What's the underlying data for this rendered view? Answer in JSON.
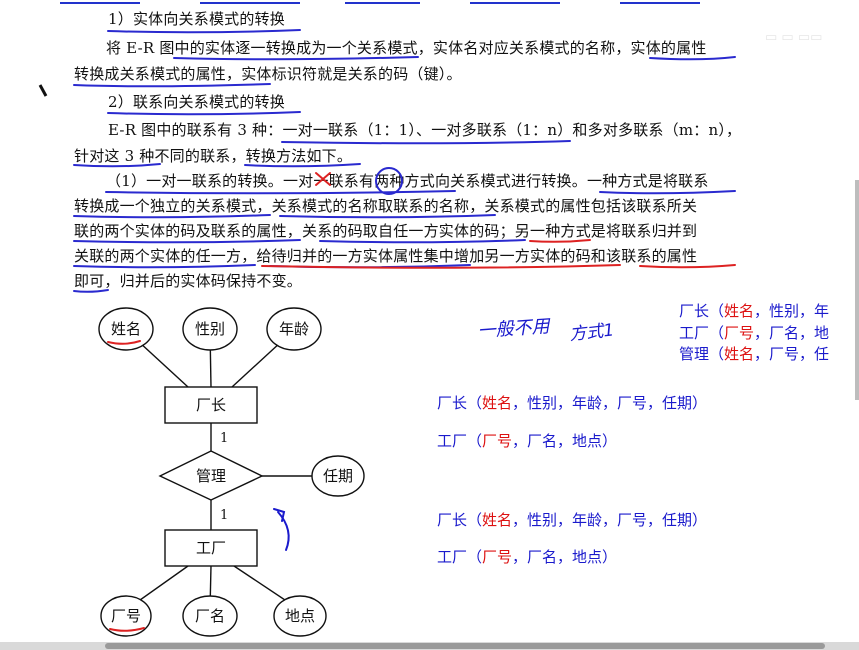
{
  "textbook": {
    "h1": "1）实体向关系模式的转换",
    "p1_l1": "将 E-R 图中的实体逐一转换成为一个关系模式，实体名对应关系模式的名称，实体的属性",
    "p1_l2": "转换成关系模式的属性，实体标识符就是关系的码（键）。",
    "h2": "2）联系向关系模式的转换",
    "p2_l1": "E-R 图中的联系有 3 种：一对一联系（1：1）、一对多联系（1：n）和多对多联系（m：n），",
    "p2_l2": "针对这 3 种不同的联系，转换方法如下。",
    "p3_l1": "（1）一对一联系的转换。一对一联系有两种方式向关系模式进行转换。一种方式是将联系",
    "p3_l2": "转换成一个独立的关系模式，关系模式的名称取联系的名称，关系模式的属性包括该联系所关",
    "p3_l3": "联的两个实体的码及联系的属性，关系的码取自任一方实体的码；另一种方式是将联系归并到",
    "p3_l4": "关联的两个实体的任一方，给待归并的一方实体属性集中增加另一方实体的码和该联系的属性",
    "p3_l5": "即可，归并后的实体码保持不变。"
  },
  "er_diagram": {
    "entity_top": "厂长",
    "entity_bottom": "工厂",
    "relationship": "管理",
    "rel_attr": "任期",
    "top_attrs": [
      "姓名",
      "性别",
      "年龄"
    ],
    "bottom_attrs": [
      "厂号",
      "厂名",
      "地点"
    ],
    "card_top": "1",
    "card_bottom": "1"
  },
  "handwriting": {
    "note1": "一般不用",
    "note2": "方式1",
    "mark": "×"
  },
  "top_right_relations": [
    {
      "name": "厂长",
      "open": "（",
      "key": "姓名",
      "rest": "，性别，年"
    },
    {
      "name": "工厂",
      "open": "（",
      "key": "厂号",
      "rest": "，厂名，地"
    },
    {
      "name": "管理",
      "open": "（",
      "key": "姓名",
      "rest": "，厂号，任"
    }
  ],
  "group1": [
    {
      "name": "厂长",
      "open": "（",
      "key": "姓名",
      "rest": "，性别，年龄，厂号，任期）"
    },
    {
      "name": "工厂",
      "open": "（",
      "key": "厂号",
      "rest": "，厂名，地点）"
    }
  ],
  "group2": [
    {
      "name": "厂长",
      "open": "（",
      "key": "姓名",
      "rest": "，性别，年龄，厂号，任期）"
    },
    {
      "name": "工厂",
      "open": "（",
      "key": "厂号",
      "rest": "，厂名，地点）"
    }
  ],
  "colors": {
    "ink_blue": "#1a1acc",
    "ink_red": "#dd1111"
  }
}
